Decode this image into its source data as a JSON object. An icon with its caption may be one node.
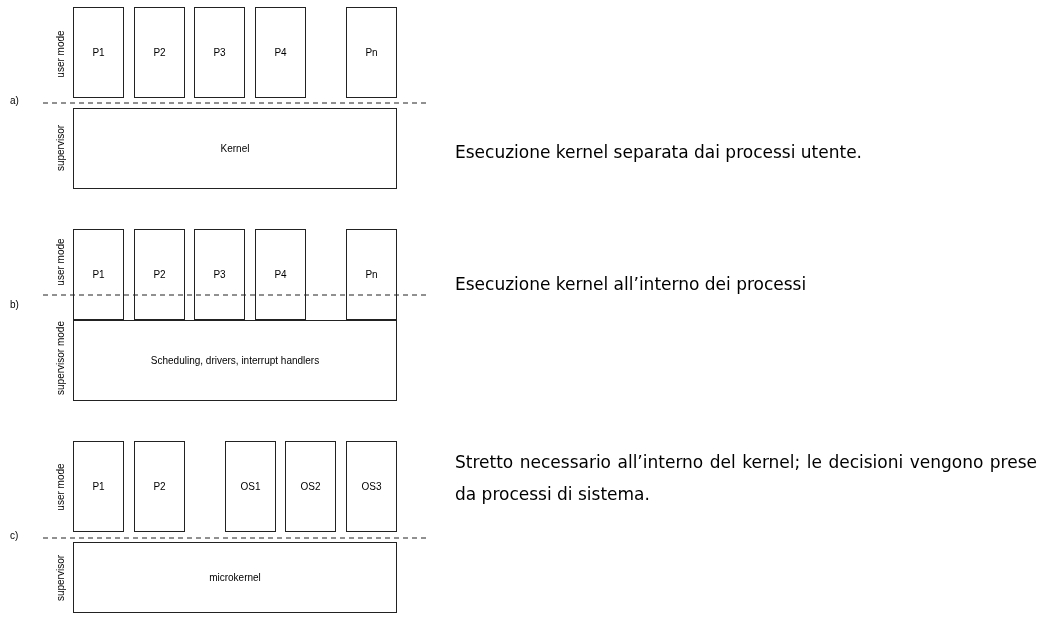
{
  "diagram": {
    "nodes": [
      {
        "text": [
          "P1"
        ]
      },
      {
        "text": [
          "P2"
        ]
      },
      {
        "text": [
          "P3"
        ]
      },
      {
        "text": [
          "P4"
        ]
      },
      {
        "text": [
          "Pn"
        ]
      },
      {
        "text": [
          "Kernel"
        ]
      },
      {
        "text": [
          "P1"
        ]
      },
      {
        "text": [
          "P2"
        ]
      },
      {
        "text": [
          "P3"
        ]
      },
      {
        "text": [
          "P4"
        ]
      },
      {
        "text": [
          "Pn"
        ]
      },
      {
        "text": [
          "Scheduling, drivers, interrupt handlers"
        ]
      },
      {
        "text": [
          "P1"
        ]
      },
      {
        "text": [
          "P2"
        ]
      },
      {
        "text": [
          "OS1"
        ]
      },
      {
        "text": [
          "OS2"
        ]
      },
      {
        "text": [
          "OS3"
        ]
      },
      {
        "text": [
          "microkernel"
        ]
      }
    ],
    "edges": [],
    "labels": [
      "user mode",
      "a)",
      "supervisor",
      "Esecuzione kernel separata dai processi utente.",
      "user mode",
      "b)",
      "supervisor mode",
      "Esecuzione kernel all’interno dei processi",
      "user mode",
      "c)",
      "supervisor",
      "Stretto necessario all’interno del kernel; le decisioni vengono prese da processi di sistema."
    ]
  }
}
